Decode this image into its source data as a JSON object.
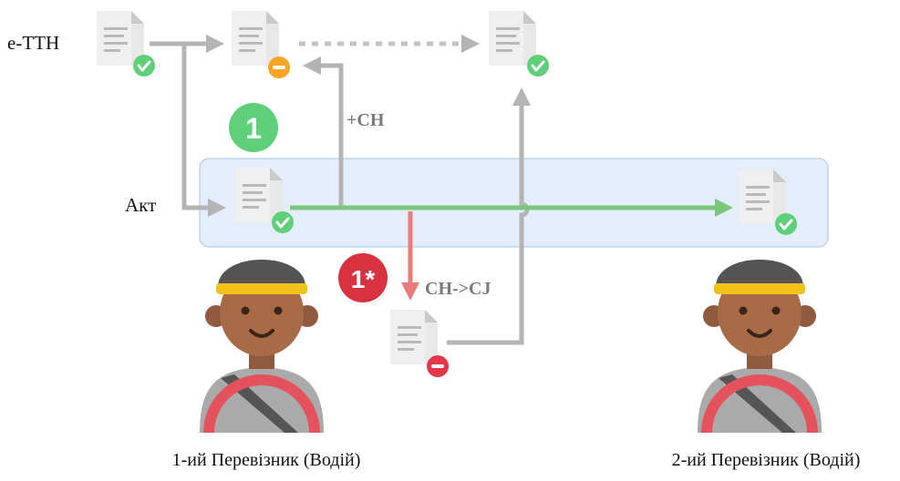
{
  "rows": {
    "ettn_label": "е-ТТН",
    "akt_label": "Акт"
  },
  "edges": {
    "add_label": "+СН",
    "change_label": "СН->СJ"
  },
  "steps": {
    "step1": "1",
    "step1_star": "1*"
  },
  "drivers": {
    "first": "1-ий Перевізник (Водій)",
    "second": "2-ий Перевізник (Водій)"
  },
  "documents": [
    {
      "id": "ettn-original",
      "status": "approved"
    },
    {
      "id": "ettn-modified",
      "status": "pending"
    },
    {
      "id": "ettn-final",
      "status": "approved"
    },
    {
      "id": "akt-start",
      "status": "approved"
    },
    {
      "id": "akt-end",
      "status": "approved"
    },
    {
      "id": "correction-doc",
      "status": "rejected"
    }
  ],
  "colors": {
    "arrow_gray": "#b4b4b4",
    "arrow_green": "#7cc87a",
    "arrow_red": "#e97b7b",
    "status_green": "#5fcf7a",
    "status_orange": "#f6a623",
    "status_red": "#e4374b",
    "badge_green": "#5fcf7a",
    "badge_red": "#d8313f",
    "act_band_fill": "#e4edfb",
    "act_band_stroke": "#a9c3ea"
  }
}
